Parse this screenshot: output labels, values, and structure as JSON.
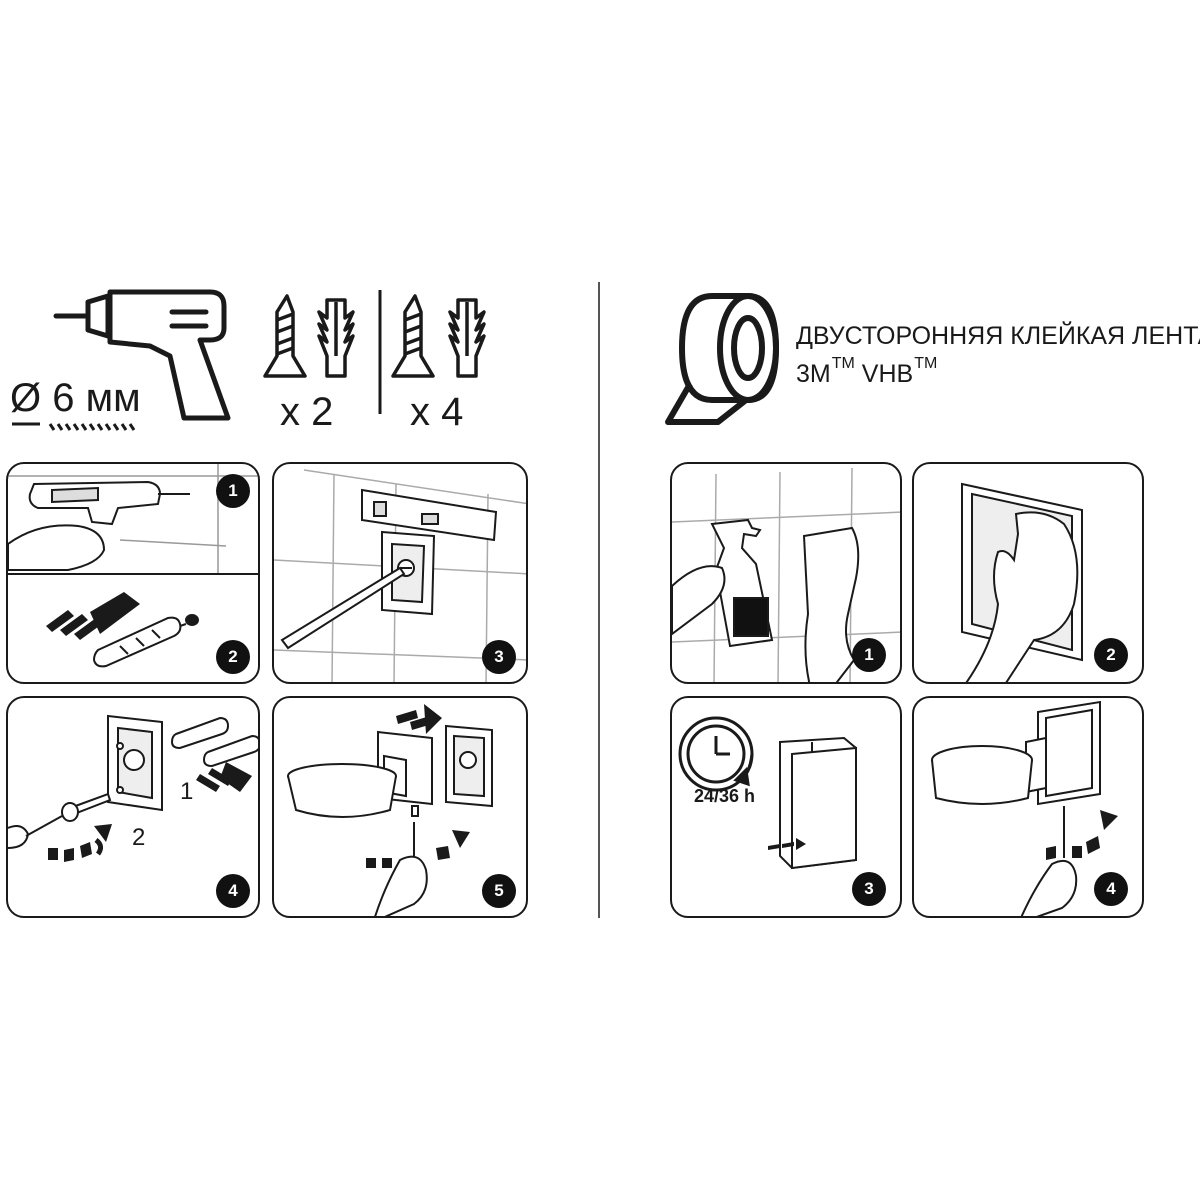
{
  "screws_section": {
    "drill_diameter": "Ø 6 мм",
    "kit_small_qty": "x 2",
    "kit_large_qty": "x 4"
  },
  "tape_section": {
    "title_line1": "ДВУСТОРОННЯЯ КЛЕЙКАЯ ЛЕНТА",
    "brand_3m": "3M",
    "brand_vhb": "VHB",
    "trademark": "TM"
  },
  "screw_steps": [
    {
      "number": "1"
    },
    {
      "number": "2"
    },
    {
      "number": "3"
    },
    {
      "number": "4",
      "sub_labels": [
        "1",
        "2"
      ]
    },
    {
      "number": "5"
    }
  ],
  "tape_steps": [
    {
      "number": "1"
    },
    {
      "number": "2"
    },
    {
      "number": "3",
      "cure_time": "24/36 h"
    },
    {
      "number": "4"
    }
  ]
}
